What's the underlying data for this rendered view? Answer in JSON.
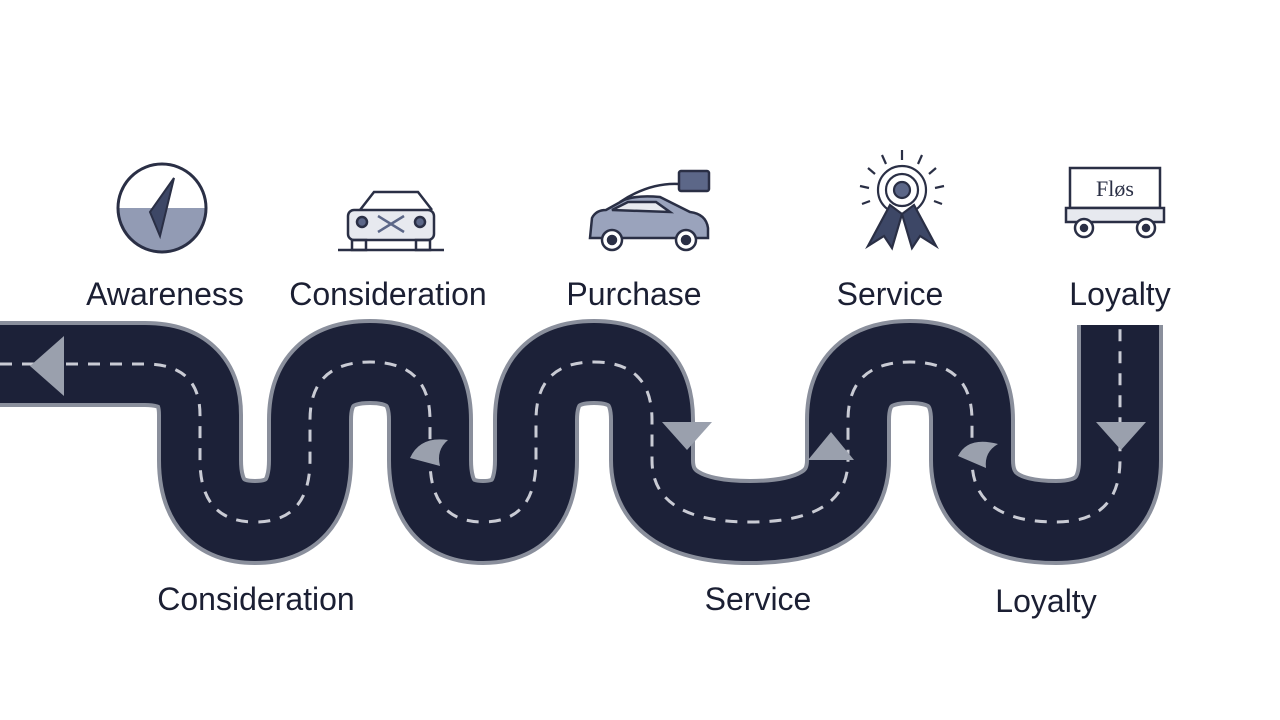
{
  "stages_top": [
    {
      "label": "Awareness",
      "icon": "compass-icon"
    },
    {
      "label": "Consideration",
      "icon": "car-front-icon"
    },
    {
      "label": "Purchase",
      "icon": "car-side-icon"
    },
    {
      "label": "Service",
      "icon": "award-ribbon-icon"
    },
    {
      "label": "Loyalty",
      "icon": "cart-sign-icon"
    }
  ],
  "loyalty_sign_text": "Fløs",
  "stages_bottom": [
    {
      "label": "Consideration"
    },
    {
      "label": "Service"
    },
    {
      "label": "Loyalty"
    }
  ],
  "colors": {
    "road": "#1c2138",
    "road_edge": "#8a8f9c",
    "lane_marking": "#c9cbd4",
    "icon_stroke": "#2a2f45",
    "icon_fill": "#5c6788",
    "text": "#1b1f33"
  }
}
